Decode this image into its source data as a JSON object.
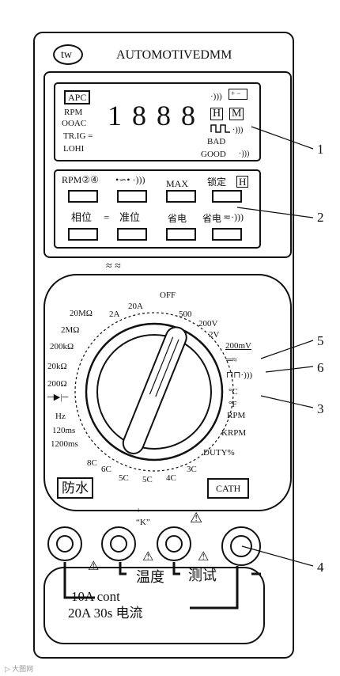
{
  "meter": {
    "brand_badge": "tw",
    "model": "AUTOMOTIVEDMM"
  },
  "lcd": {
    "apc": "APC",
    "rpm": "RPM",
    "ooac": "OOAC",
    "trig": "TR.IG =",
    "lohi": "LOHI",
    "digits": "1 8 8 8",
    "h": "H",
    "m": "M",
    "bad": "BAD",
    "good": "GOOD"
  },
  "buttons": {
    "rpm24": "RPM②④",
    "max": "MAX",
    "lock": "锁定",
    "lock_h": "H",
    "phase": "相位",
    "eq": "=",
    "align": "准位",
    "save1": "省电",
    "save2": "省电"
  },
  "symbols": {
    "approx": "≈ ≈"
  },
  "dial": {
    "off": "OFF",
    "left": [
      "20MΩ",
      "2MΩ",
      "200kΩ",
      "20kΩ",
      "200Ω",
      "Hz",
      "120ms",
      "1200ms"
    ],
    "top": [
      "2A",
      "20A",
      "500",
      "200V",
      "2V"
    ],
    "right": [
      "200mV",
      "°C",
      "°F",
      "RPM",
      "KRPM",
      "DUTY%"
    ],
    "bottom": [
      "8C",
      "6C",
      "5C",
      "5C",
      "4C",
      "3C"
    ]
  },
  "labels": {
    "waterproof": "防水",
    "cath": "CATH",
    "plus": "+",
    "minus": "−",
    "k": "“K”",
    "temp": "温度",
    "test": "测试",
    "fuse1": "10A cont",
    "fuse2": "20A 30s 电流"
  },
  "callouts": [
    "1",
    "2",
    "3",
    "4",
    "5",
    "6"
  ],
  "watermark": "▷ 大图网"
}
